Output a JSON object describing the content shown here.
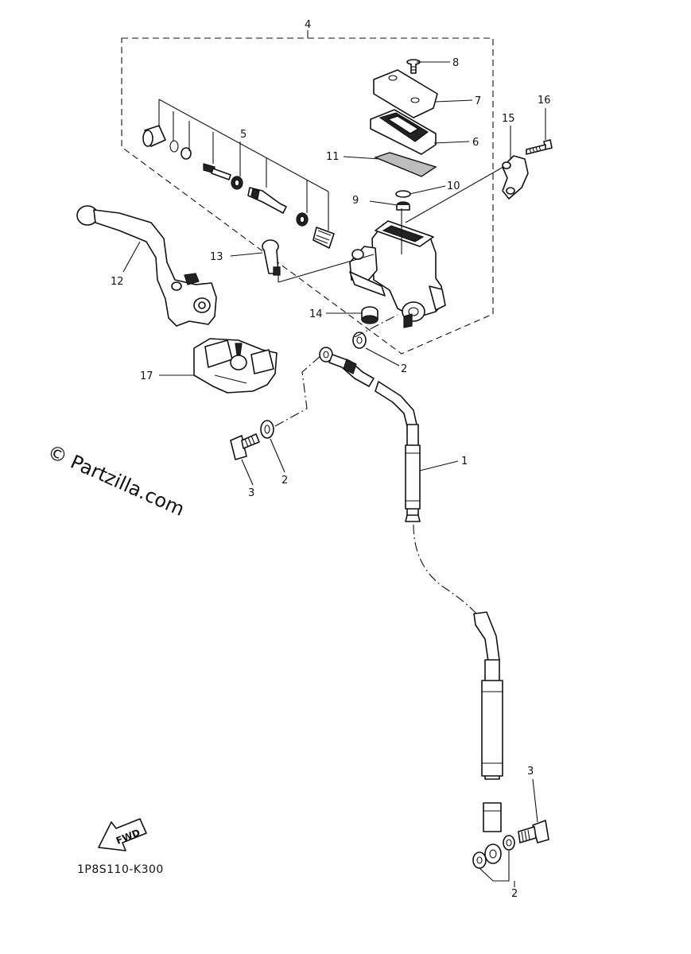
{
  "diagram": {
    "drawing_code": "1P8S110-K300",
    "watermark": "© Partzilla.com",
    "fwd_label": "FWD",
    "callouts": {
      "c1": "1",
      "c2a": "2",
      "c2b": "2",
      "c2c": "2",
      "c3a": "3",
      "c3b": "3",
      "c4": "4",
      "c5": "5",
      "c6": "6",
      "c7": "7",
      "c8": "8",
      "c9": "9",
      "c10": "10",
      "c11": "11",
      "c12": "12",
      "c13": "13",
      "c14": "14",
      "c15": "15",
      "c16": "16",
      "c17": "17"
    }
  }
}
